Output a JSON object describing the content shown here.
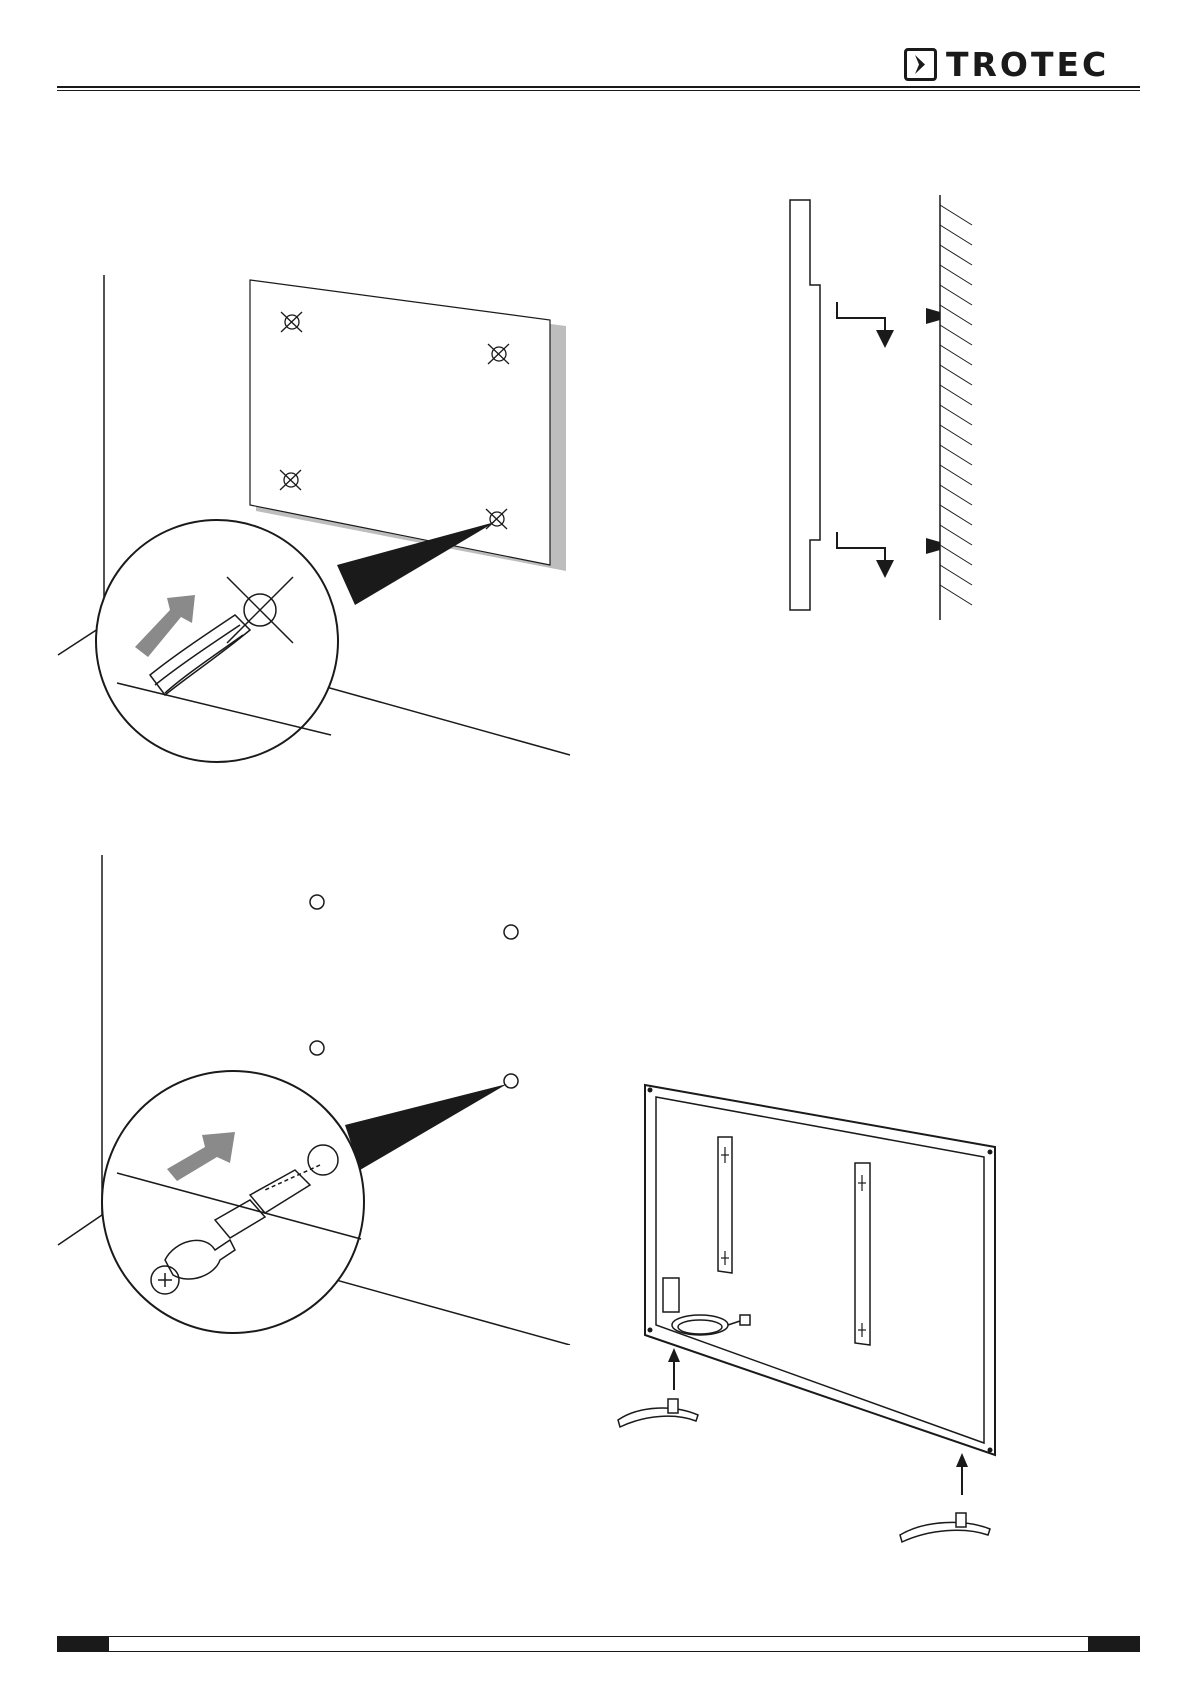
{
  "header": {
    "brand": "TROTEC",
    "brand_color": "#1a1a1a"
  },
  "figures": [
    {
      "id": "drill-holes",
      "icon": "drill-icon"
    },
    {
      "id": "hang-on-brackets",
      "icon": "wall-bracket-icon"
    },
    {
      "id": "insert-dowels",
      "icon": "dowel-screw-icon"
    },
    {
      "id": "attach-stand-feet",
      "icon": "stand-feet-icon"
    }
  ],
  "colors": {
    "line": "#1a1a1a",
    "arrow_fill": "#8a8a8a",
    "panel_shadow": "#bdbdbd"
  }
}
